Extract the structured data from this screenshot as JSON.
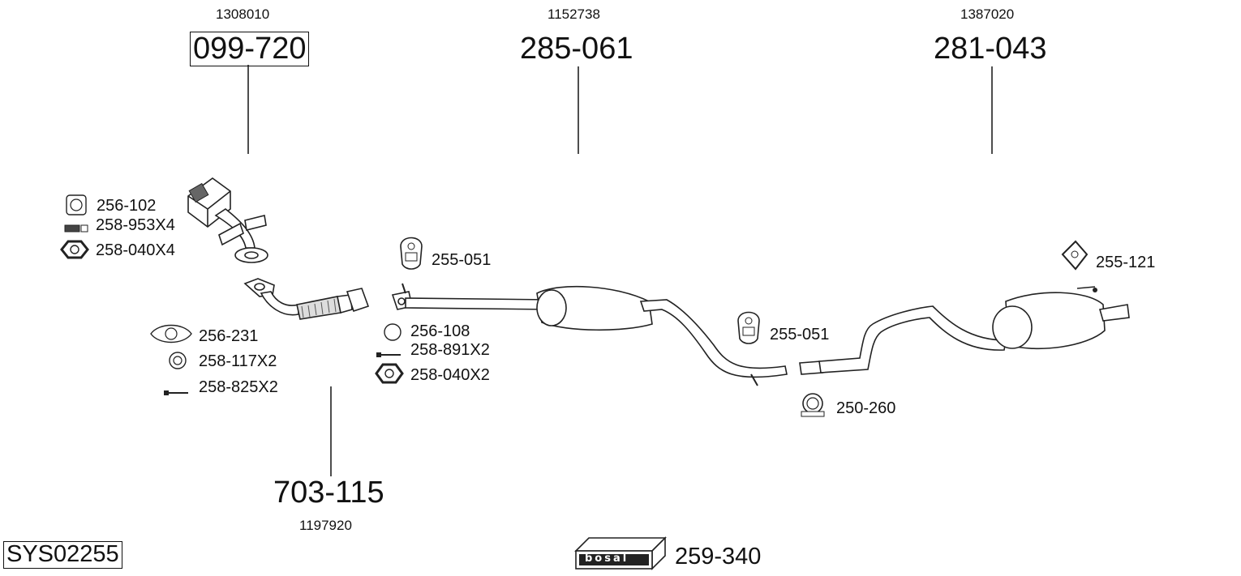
{
  "system_code": "SYS02255",
  "brand": {
    "logo_text": "bosal",
    "kit_number": "259-340"
  },
  "assemblies": [
    {
      "ref": "1308010",
      "part": "099-720"
    },
    {
      "ref": "1152738",
      "part": "285-061"
    },
    {
      "ref": "1387020",
      "part": "281-043"
    },
    {
      "ref": "1197920",
      "part": "703-115"
    }
  ],
  "accessories": {
    "group_front": [
      "256-102",
      "258-953X4",
      "258-040X4"
    ],
    "group_flex": [
      "256-231",
      "258-117X2",
      "258-825X2"
    ],
    "group_mid": [
      "256-108",
      "258-891X2",
      "258-040X2"
    ],
    "hanger_front": "255-051",
    "hanger_mid": "255-051",
    "hanger_rear": "255-121",
    "clamp": "250-260"
  },
  "icons": {
    "gasket_square": "gasket-square-icon",
    "bolt_set": "bolt-set-icon",
    "nut": "hex-nut-icon",
    "gasket_oval": "gasket-oval-icon",
    "ring": "ring-gasket-icon",
    "stud": "stud-icon",
    "hanger": "rubber-hanger-icon",
    "clamp": "clamp-icon",
    "logo_box": "bosal-box-icon"
  }
}
